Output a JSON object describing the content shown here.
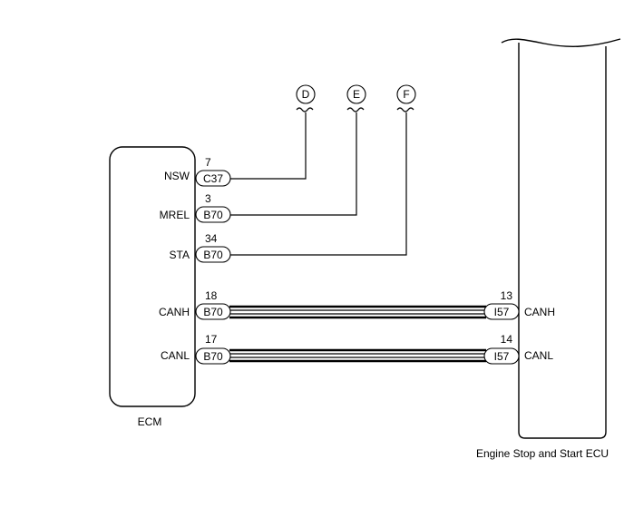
{
  "ecm": {
    "label": "ECM",
    "signals": [
      {
        "name": "NSW",
        "pin": "7",
        "connector": "C37"
      },
      {
        "name": "MREL",
        "pin": "3",
        "connector": "B70"
      },
      {
        "name": "STA",
        "pin": "34",
        "connector": "B70"
      },
      {
        "name": "CANH",
        "pin": "18",
        "connector": "B70"
      },
      {
        "name": "CANL",
        "pin": "17",
        "connector": "B70"
      }
    ]
  },
  "ecu": {
    "label": "Engine Stop and Start ECU",
    "signals": [
      {
        "name": "CANH",
        "pin": "13",
        "connector": "I57"
      },
      {
        "name": "CANL",
        "pin": "14",
        "connector": "I57"
      }
    ]
  },
  "refs": [
    "D",
    "E",
    "F"
  ]
}
